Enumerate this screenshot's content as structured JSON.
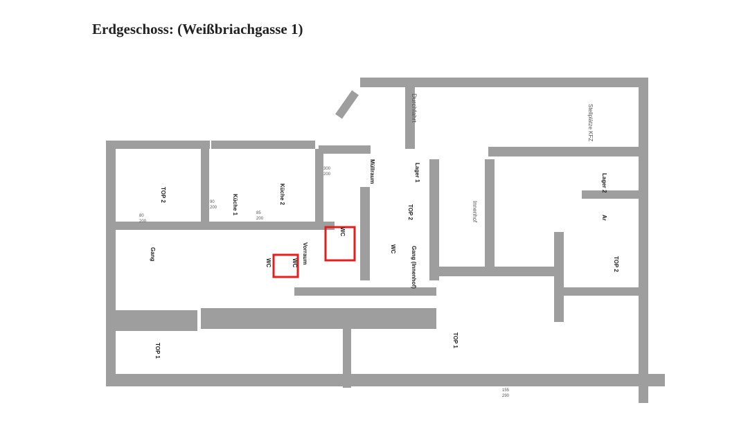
{
  "page": {
    "title": "Erdgeschoss: (Weißbriachgasse 1)"
  },
  "plan": {
    "rooms": [
      {
        "id": "top2-left",
        "name": "TOP 2"
      },
      {
        "id": "kueche1",
        "name": "Küche 1"
      },
      {
        "id": "kueche2",
        "name": "Küche 2"
      },
      {
        "id": "muellraum",
        "name": "Müllraum"
      },
      {
        "id": "lager1",
        "name": "Lager 1"
      },
      {
        "id": "durchfahrt",
        "name": "Durchfahrt"
      },
      {
        "id": "stellplaetze",
        "name": "Stellplätze KFZ"
      },
      {
        "id": "top2-mid",
        "name": "TOP 2"
      },
      {
        "id": "innenhof",
        "name": "Innenhof"
      },
      {
        "id": "lager2",
        "name": "Lager 2"
      },
      {
        "id": "ar",
        "name": "Ar"
      },
      {
        "id": "top2-right",
        "name": "TOP 2"
      },
      {
        "id": "vorraum",
        "name": "Vorraum"
      },
      {
        "id": "wc1",
        "name": "WC"
      },
      {
        "id": "wc2",
        "name": "WC"
      },
      {
        "id": "wc3",
        "name": "WC"
      },
      {
        "id": "wc4",
        "name": "WC"
      },
      {
        "id": "gang-innenhof",
        "name": "Gang (Innenhof)"
      },
      {
        "id": "gang-left",
        "name": "Gang"
      },
      {
        "id": "top1-left",
        "name": "TOP 1"
      },
      {
        "id": "top1-mid",
        "name": "TOP 1"
      }
    ],
    "dimensions": [
      "90",
      "200",
      "80",
      "200",
      "85",
      "200",
      "300",
      "200",
      "155",
      "290"
    ],
    "colors": {
      "wall": "#9e9e9e",
      "wc_highlight": "#e41e1e",
      "text_blue": "#3a8fd0"
    }
  }
}
